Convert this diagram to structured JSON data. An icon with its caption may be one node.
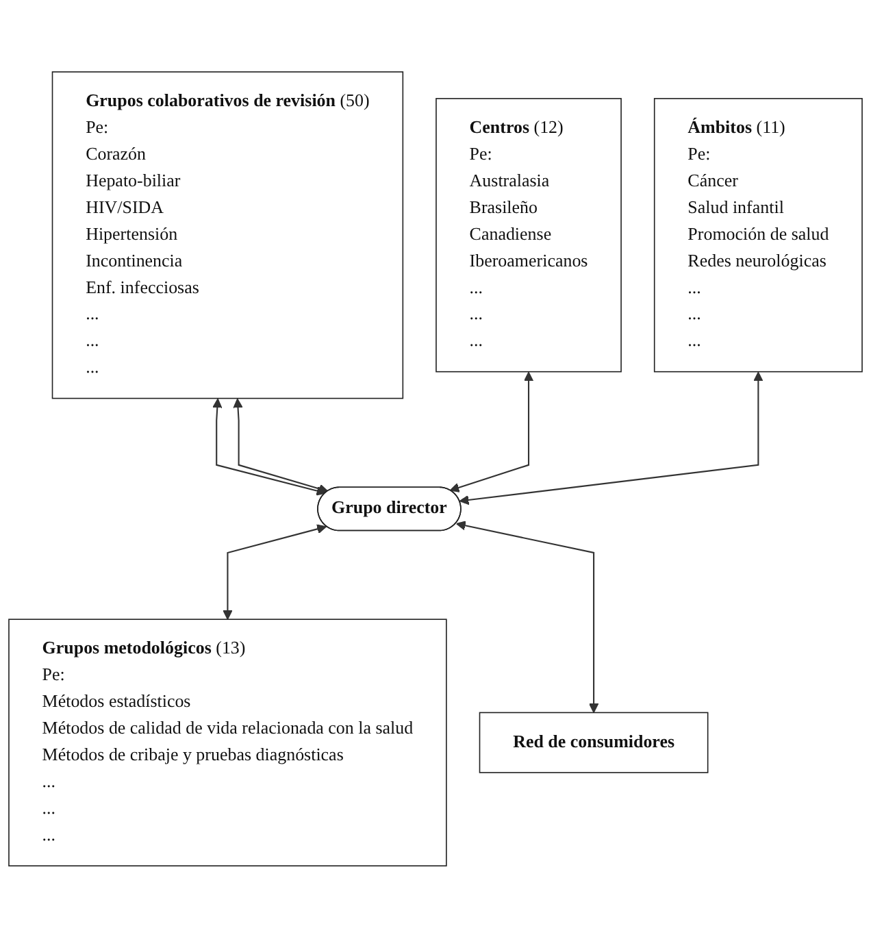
{
  "diagram": {
    "nodes": [
      {
        "text": [
          "**Grupos colaborativos de revisión** (50)",
          "Pe:",
          "Corazón",
          "Hepato-biliar",
          "HIV/SIDA",
          "Hipertensión",
          "Incontinencia",
          "Enf. infecciosas",
          "...",
          "...",
          "..."
        ]
      },
      {
        "text": [
          "**Centros** (12)",
          "Pe:",
          "Australasia",
          "Brasileño",
          "Canadiense",
          "Iberoamericanos",
          "...",
          "...",
          "..."
        ]
      },
      {
        "text": [
          "**Ámbitos** (11)",
          "Pe:",
          "Cáncer",
          "Salud infantil",
          "Promoción de salud",
          "Redes neurológicas",
          "...",
          "...",
          "..."
        ]
      },
      {
        "text": [
          "Grupo director"
        ]
      },
      {
        "text": [
          "**Grupos metodológicos** (13)",
          "Pe:",
          "Métodos estadísticos",
          "Métodos de calidad de vida relacionada con la salud",
          "Métodos de cribaje y pruebas diagnósticas",
          "...",
          "...",
          "..."
        ]
      },
      {
        "text": [
          "Red de consumidores"
        ]
      }
    ],
    "edges": [
      {
        "from": 0,
        "to": 3,
        "arrow": "both"
      },
      {
        "from": 0,
        "to": 3,
        "arrow": "both"
      },
      {
        "from": 1,
        "to": 3,
        "arrow": "both"
      },
      {
        "from": 2,
        "to": 3,
        "arrow": "both"
      },
      {
        "from": 3,
        "to": 4,
        "arrow": "both"
      },
      {
        "from": 3,
        "to": 5,
        "arrow": "both"
      }
    ]
  }
}
